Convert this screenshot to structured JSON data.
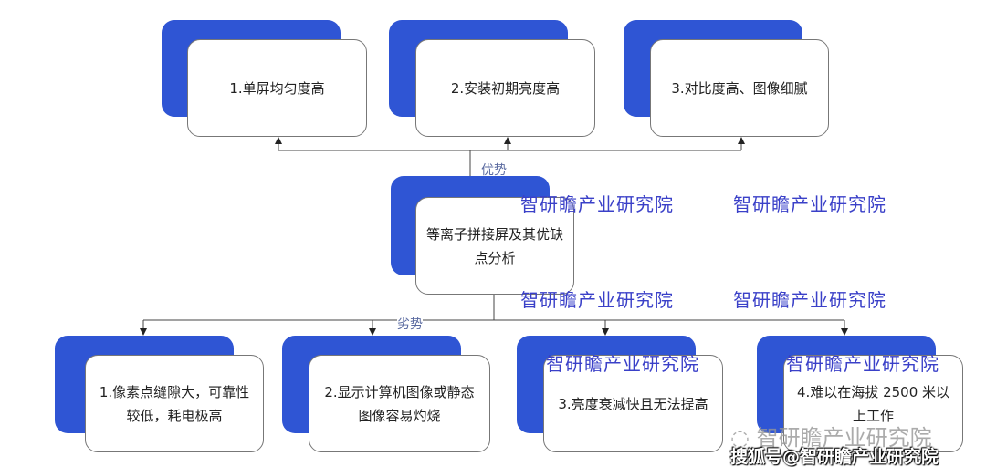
{
  "center": {
    "label": "等离子拼接屏及其优缺点分析"
  },
  "advantages_label": "优势",
  "disadvantages_label": "劣势",
  "advantages": [
    "1.单屏均匀度高",
    "2.安装初期亮度高",
    "3.对比度高、图像细腻"
  ],
  "disadvantages": [
    "1.像素点缝隙大，可靠性较低，耗电极高",
    "2.显示计算机图像或静态图像容易灼烧",
    "3.亮度衰减快且无法提高",
    "4.难以在海拔 2500 米以上工作"
  ],
  "watermark": "智研瞻产业研究院",
  "logo_text": "智研瞻产业研究院",
  "sohu_text": "搜狐号@智研瞻产业研究院",
  "colors": {
    "box_back": "#2f55d4",
    "watermark": "#3a40c8"
  }
}
